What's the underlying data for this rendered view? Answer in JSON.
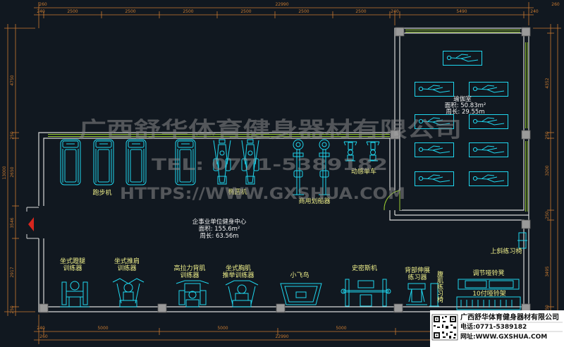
{
  "dimensions": {
    "top_total": "22990",
    "top_left_small": "260",
    "top_right_small": "260",
    "top_segments": [
      "240",
      "2500",
      "2500",
      "2500",
      "2500",
      "2500",
      "2500",
      "240",
      "5490",
      "240"
    ],
    "bottom_segments": [
      "240",
      "5000",
      "5000",
      "5000"
    ],
    "bottom_total": "22990",
    "bottom_left_small": "260",
    "left_total": "13000",
    "left_segments": [
      "4750",
      "250",
      "2650",
      "3546",
      "2917",
      "250"
    ],
    "right_segments": [
      "4352",
      "250",
      "3200",
      "250",
      "3495",
      "250"
    ]
  },
  "rooms": {
    "yoga": {
      "name": "瑜伽室",
      "area": "面积: 50.83m²",
      "perimeter": "周长: 29.55m"
    },
    "gym": {
      "name": "企事业单位健身中心",
      "area": "面积: 155.6m²",
      "perimeter": "周长: 63.56m"
    }
  },
  "equipment": {
    "treadmill": "跑步机",
    "elliptical": "椭圆机",
    "rower": "商用划船器",
    "spin_bike": "动感单车",
    "leg_press": [
      "坐式蹬腿",
      "训练器"
    ],
    "shoulder_press": [
      "坐式推肩",
      "训练器"
    ],
    "lat_pulldown": [
      "高拉力背肌",
      "训练器"
    ],
    "chest_press": [
      "坐式胸肌",
      "推举训练器"
    ],
    "pec_fly": "小飞鸟",
    "smith_machine": "史密斯机",
    "back_extension": [
      "背部伸展",
      "练习器"
    ],
    "ab_bench": "腹肌练习椅",
    "adjustable_bench": "调节哑铃凳",
    "dumbbell_rack": "10付哑铃架",
    "incline_bench": "上斜练习椅"
  },
  "watermark": {
    "company": "广西舒华体育健身器材有限公司",
    "tel": "TEL: 0771-5389182",
    "url": "HTTPS://WWW.GXSHUA.COM"
  },
  "contact_card": {
    "company": "广西舒华体育健身器材有限公司",
    "phone": "电话:0771-5389182",
    "website": "网址:WWW.GXSHUA.COM"
  },
  "colors": {
    "background": "#111820",
    "wall": "#d8d8d8",
    "dimension": "#c87a30",
    "equipment": "#1fd6ee",
    "label": "#f0f08a",
    "window": "#9acd32",
    "column": "#9a9a9a"
  }
}
